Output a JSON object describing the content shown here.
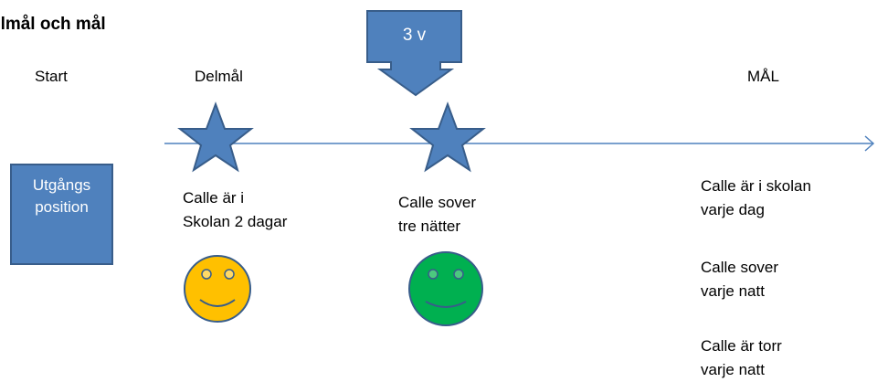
{
  "page": {
    "title": "elmål och mål",
    "column_labels": {
      "start": "Start",
      "milestone": "Delmål",
      "goal": "MÅL"
    },
    "callout": {
      "label": "3 v"
    },
    "start_box": {
      "text": "Utgångs\nposition"
    },
    "milestones": [
      {
        "text": "Calle är i\nSkolan 2 dagar",
        "face_color": "#FFC000"
      },
      {
        "text": "Calle sover\ntre nätter",
        "face_color": "#00B050"
      }
    ],
    "goals": [
      {
        "text": "Calle är i skolan\nvarje dag"
      },
      {
        "text": "Calle sover\nvarje natt"
      },
      {
        "text": "Calle är torr\nvarje natt"
      }
    ],
    "colors": {
      "shape_fill": "#4F81BD",
      "shape_border": "#385D8A",
      "timeline": "#4F81BD"
    }
  }
}
